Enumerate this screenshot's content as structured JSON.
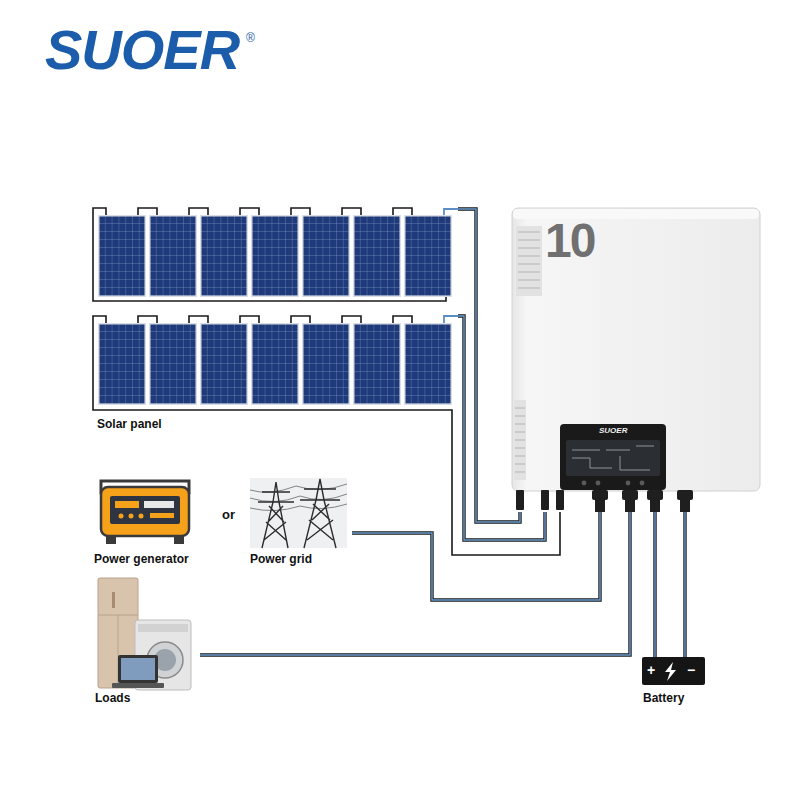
{
  "diagram": {
    "nodes": [
      {
        "text": [
          "Solar panel"
        ]
      },
      {
        "text": [
          "10",
          "SUOER"
        ]
      },
      {
        "text": [
          "Power generator"
        ]
      },
      {
        "text": [
          "Power grid"
        ]
      },
      {
        "text": [
          "Loads"
        ]
      },
      {
        "text": [
          "Battery"
        ]
      }
    ],
    "edges": [
      {
        "from": 0,
        "to": 1,
        "arrow": "none"
      },
      {
        "from": 0,
        "to": 1,
        "arrow": "none"
      },
      {
        "from": 3,
        "to": 1,
        "arrow": "none"
      },
      {
        "from": 1,
        "to": 4,
        "arrow": "none"
      },
      {
        "from": 1,
        "to": 5,
        "arrow": "none"
      },
      {
        "from": 1,
        "to": 5,
        "arrow": "none"
      }
    ],
    "labels": [
      "SUOER",
      "®",
      "or",
      "+",
      "−"
    ]
  }
}
